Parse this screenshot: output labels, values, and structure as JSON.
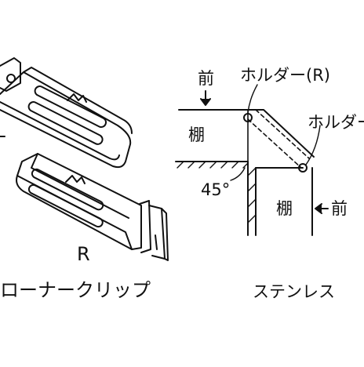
{
  "left_figure": {
    "part_label_R": "R",
    "caption": "ローナークリップ"
  },
  "right_figure": {
    "front_top": "前",
    "holder_R": "ホルダー(R)",
    "holder_other": "ホルダー",
    "shelf_left": "棚",
    "shelf_right": "棚",
    "angle": "45°",
    "front_right": "前",
    "material": "ステンレス"
  }
}
